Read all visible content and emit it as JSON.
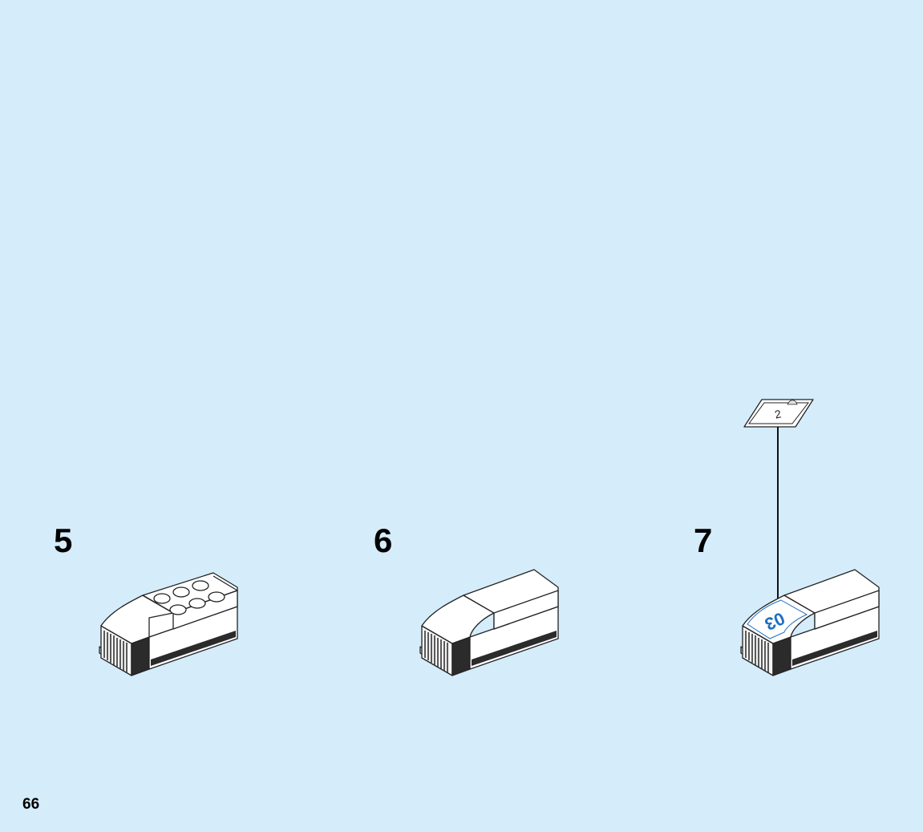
{
  "steps": [
    {
      "number": "5"
    },
    {
      "number": "6"
    },
    {
      "number": "7"
    }
  ],
  "callout": {
    "sticker_number": "2"
  },
  "sticker_text": "03",
  "page_number": "66",
  "colors": {
    "background": "#d5ecfb",
    "brick": "#ffffff",
    "brick_shade": "#e6e6e6",
    "grille_dark": "#2b2b2b",
    "sticker_blue": "#1f6fbf"
  }
}
